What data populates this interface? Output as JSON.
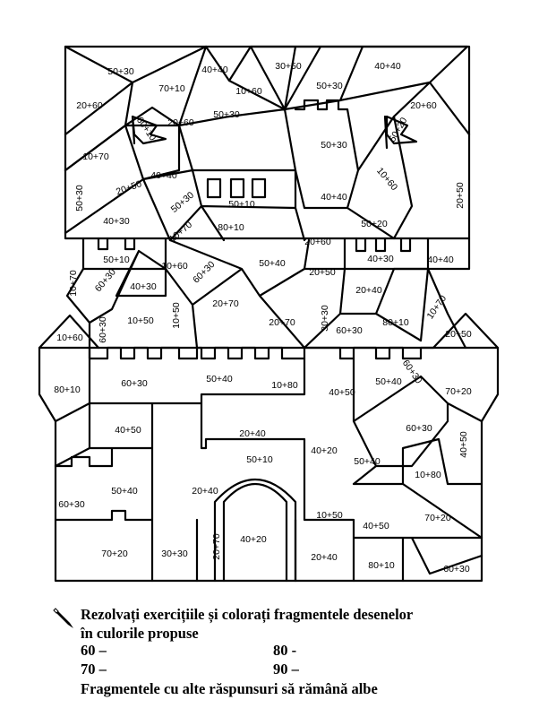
{
  "exercises": [
    "50+30",
    "40+40",
    "30+50",
    "40+40",
    "70+10",
    "10+60",
    "50+30",
    "20+60",
    "20+60",
    "20+60",
    "20+50",
    "10+70",
    "40+30",
    "40+40",
    "50+30",
    "50+30",
    "20+50",
    "40+40",
    "10+60",
    "50+30",
    "40+30",
    "50+30",
    "50+10",
    "10+70",
    "80+10",
    "50+20",
    "20+60",
    "50+10",
    "10+60",
    "40+30",
    "60+30",
    "50+40",
    "20+50",
    "20+40",
    "40+40",
    "10+70",
    "60+30",
    "20+70",
    "10+70",
    "10+50",
    "60+30",
    "10+50",
    "20+70",
    "30+30",
    "60+30",
    "80+10",
    "20+50",
    "10+60",
    "80+10",
    "60+30",
    "50+40",
    "10+80",
    "40+50",
    "50+40",
    "60+30",
    "70+20",
    "40+50",
    "20+40",
    "60+30",
    "50+10",
    "40+20",
    "50+40",
    "10+80",
    "40+50",
    "50+40",
    "20+40",
    "60+30",
    "10+50",
    "40+50",
    "70+20",
    "70+20",
    "30+30",
    "20+70",
    "40+20",
    "20+40",
    "80+10",
    "60+30",
    "60+10",
    "50+20"
  ],
  "instructions": {
    "line1": "Rezolvați exercițiile și colorați fragmentele desenelor",
    "line2": "în culorile propuse",
    "keys": [
      "60 –",
      "80 -",
      "70 –",
      "90 –"
    ],
    "footer": "Fragmentele cu alte răspunsuri să rămână albe"
  },
  "icons": [
    "pencil-icon"
  ]
}
